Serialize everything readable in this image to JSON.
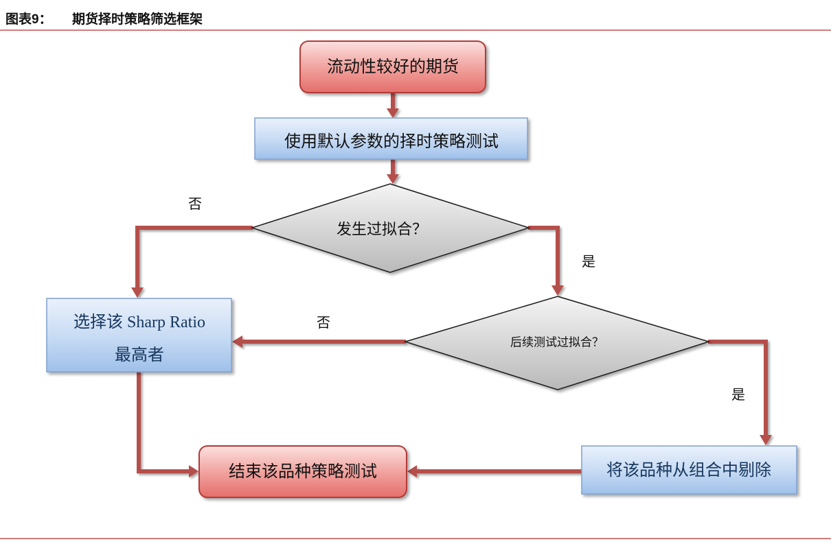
{
  "header": {
    "figure_label": "图表9：",
    "title": "期货择时策略筛选框架"
  },
  "nodes": {
    "start": "流动性较好的期货",
    "test_default": "使用默认参数的择时策略测试",
    "decision_overfit": "发生过拟合？",
    "decision_followup": "后续测试过拟合？",
    "select_best_line1": "选择该 Sharp Ratio",
    "select_best_line2": "最高者",
    "remove": "将该品种从组合中剔除",
    "end": "结束该品种策略测试"
  },
  "edge_labels": {
    "overfit_no": "否",
    "overfit_yes": "是",
    "followup_no": "否",
    "followup_yes": "是"
  },
  "colors": {
    "rule": "#c0504d",
    "arrow": "#b5504c",
    "red_node_top": "#fbe1df",
    "red_node_mid": "#f1a4a0",
    "red_node_bottom": "#e46e6a",
    "red_node_border": "#b23b38",
    "blue_node_top": "#eaf1fb",
    "blue_node_mid": "#c9dcf4",
    "blue_node_bottom": "#9fc0ea",
    "blue_node_border": "#7fa0d0",
    "decision_top": "#f4f4f4",
    "decision_bottom": "#b9b9b9",
    "decision_border": "#1a1a1a"
  }
}
